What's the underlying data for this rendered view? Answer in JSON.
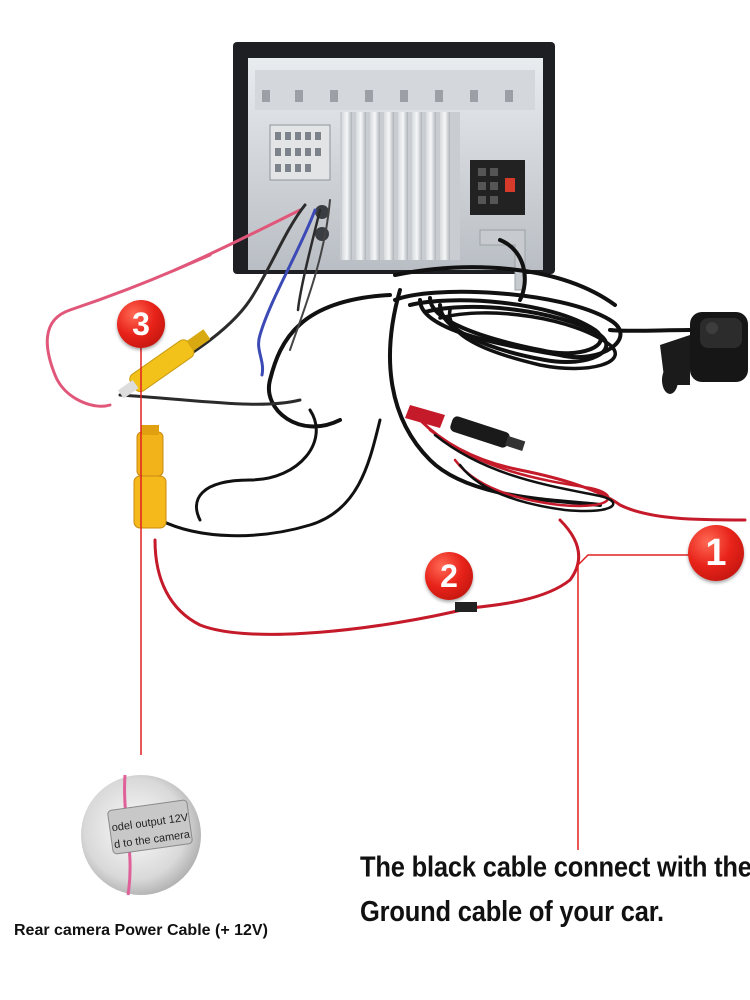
{
  "markers": [
    "1",
    "2",
    "3"
  ],
  "caption": {
    "line1": "The black cable connect with the",
    "line2": "Ground cable of your car."
  },
  "power_label": "Rear camera Power Cable (+ 12V)",
  "tag": {
    "line1": "odel output 12V",
    "line2": "d to the camera"
  },
  "colors": {
    "marker": "#e8231a",
    "pointer_line": "#e02020",
    "power_wire": "#e0577a",
    "rca_yellow": "#f2c21a"
  }
}
